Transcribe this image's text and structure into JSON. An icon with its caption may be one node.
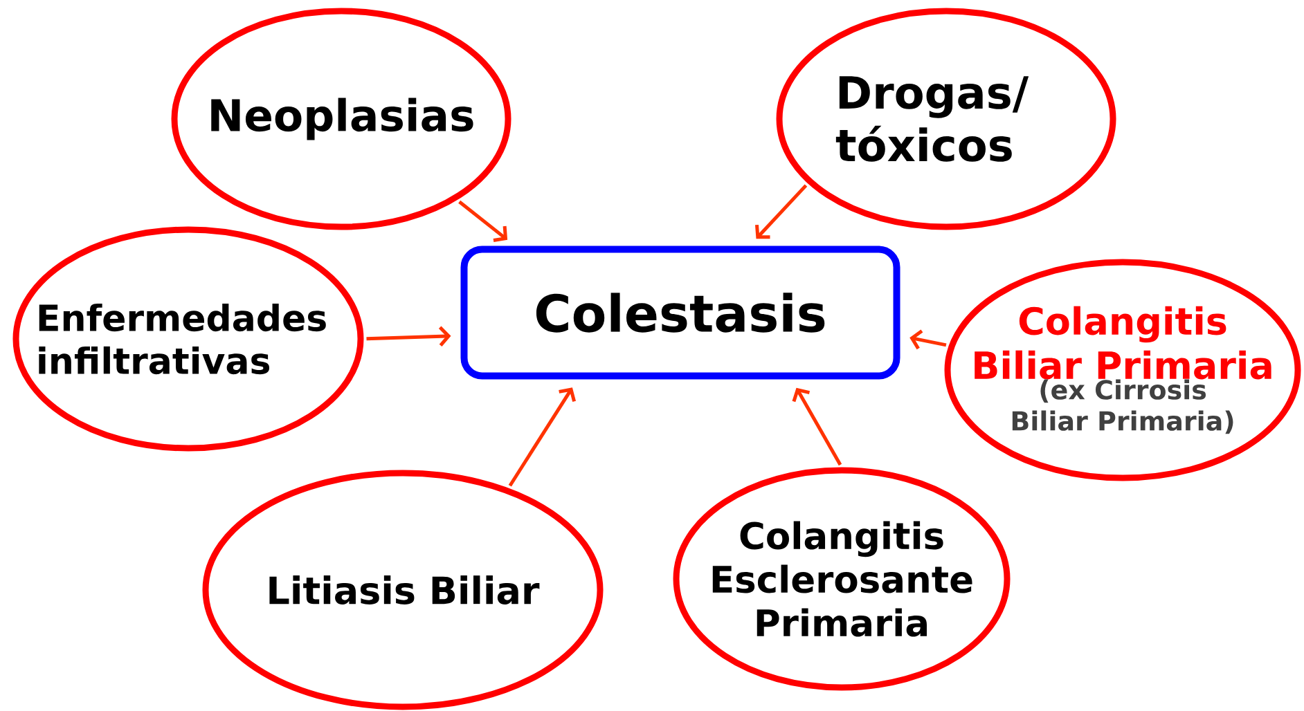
{
  "diagram": {
    "nodes": [
      {
        "text": [
          "Neoplasias"
        ]
      },
      {
        "text": [
          "Drogas/ tóxicos"
        ]
      },
      {
        "text": [
          "Enfermedades infiltrativas"
        ]
      },
      {
        "text": [
          "Colestasis"
        ]
      },
      {
        "text": [
          "Colangitis Biliar Primaria",
          "(ex Cirrosis Biliar Primaria)"
        ]
      },
      {
        "text": [
          "Litiasis Biliar"
        ]
      },
      {
        "text": [
          "Colangitis Esclerosante Primaria"
        ]
      }
    ],
    "edges": [
      {
        "from": 0,
        "to": 3,
        "arrow": "to"
      },
      {
        "from": 1,
        "to": 3,
        "arrow": "to"
      },
      {
        "from": 2,
        "to": 3,
        "arrow": "to"
      },
      {
        "from": 4,
        "to": 3,
        "arrow": "to"
      },
      {
        "from": 5,
        "to": 3,
        "arrow": "to"
      },
      {
        "from": 6,
        "to": 3,
        "arrow": "to"
      }
    ]
  }
}
